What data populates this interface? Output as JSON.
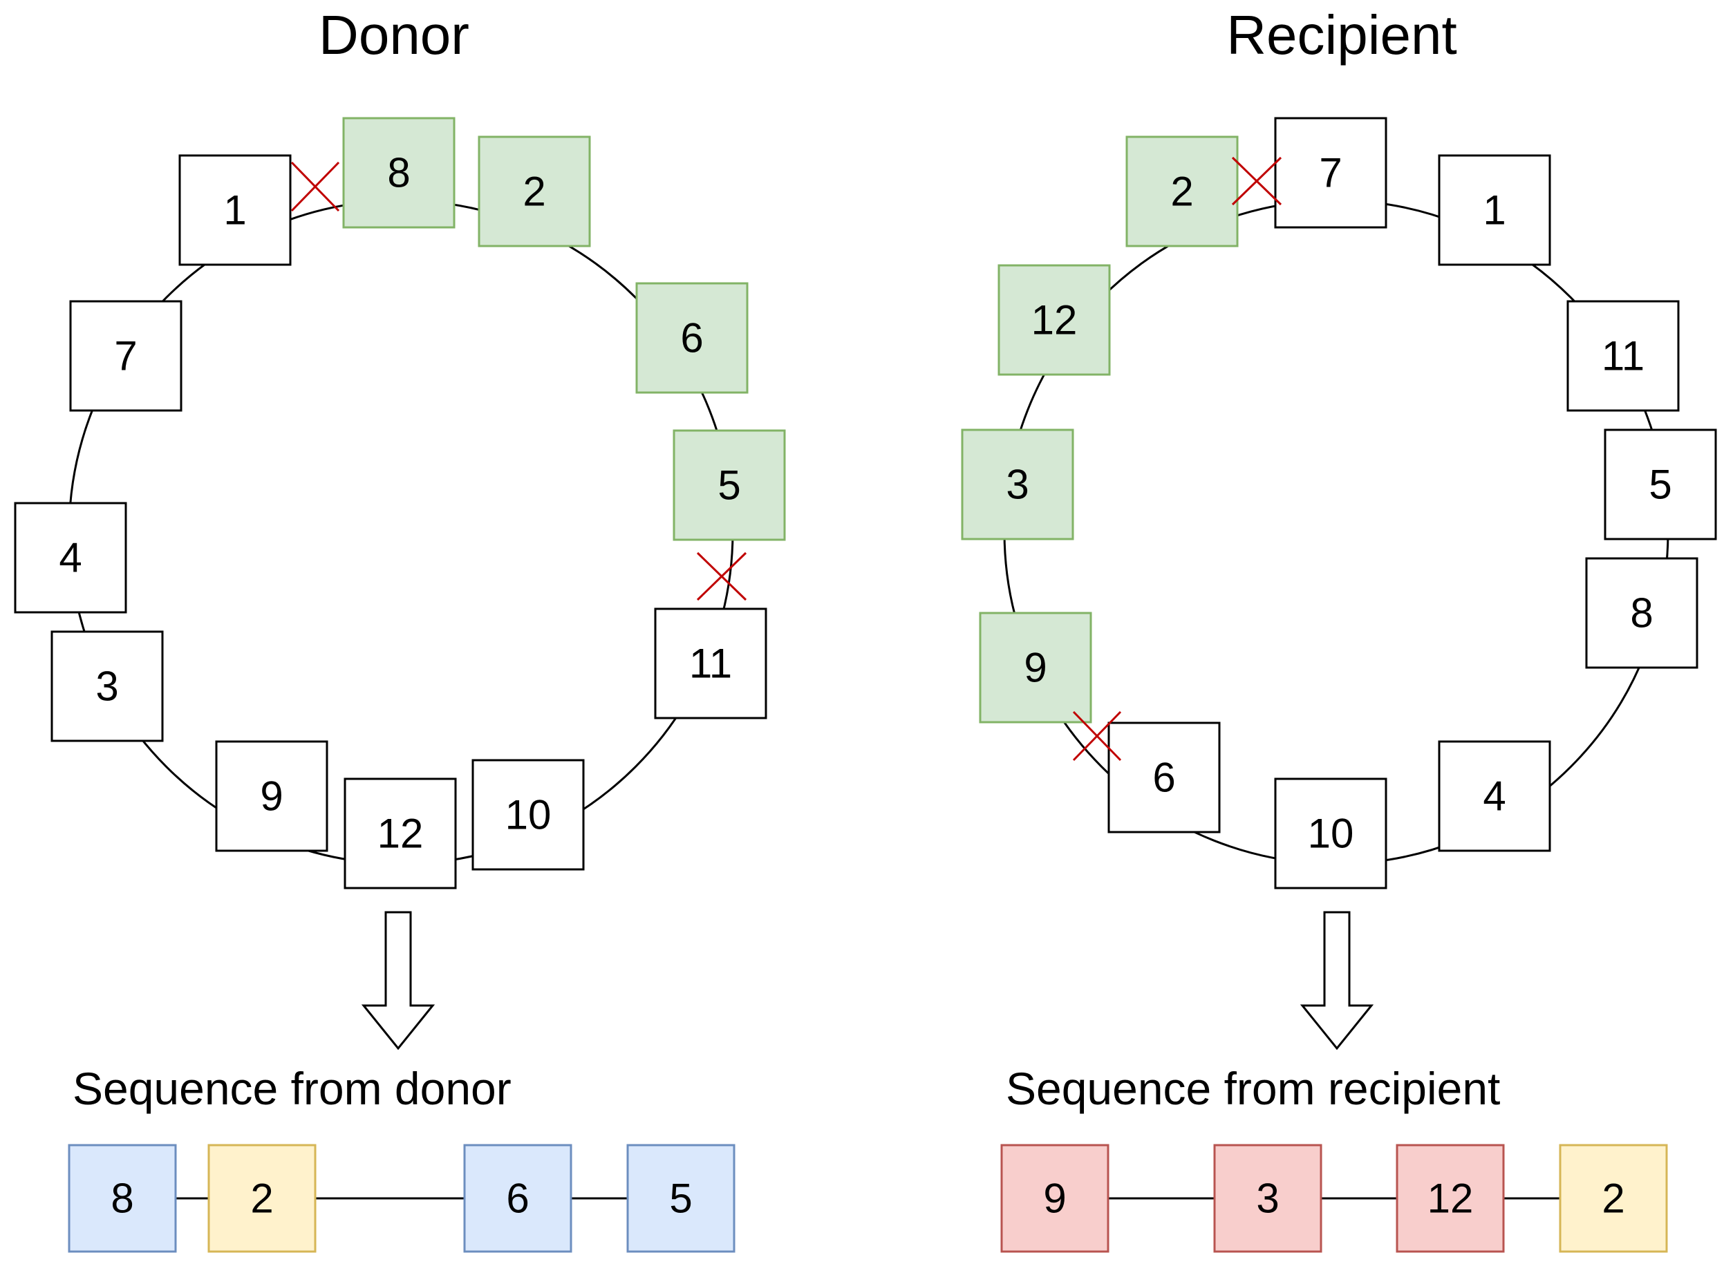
{
  "colors": {
    "plain_fill": "#ffffff",
    "plain_stroke": "#000000",
    "green_fill": "#d5e8d4",
    "green_stroke": "#82b366",
    "blue_fill": "#dae8fc",
    "blue_stroke": "#6c8ebf",
    "yellow_fill": "#fff2cc",
    "yellow_stroke": "#d6b656",
    "red_fill": "#f8cecc",
    "red_stroke": "#b85450",
    "cut_mark": "#c00000"
  },
  "donor": {
    "title": "Donor",
    "ring_nodes": [
      {
        "label": "1",
        "style": "plain"
      },
      {
        "label": "8",
        "style": "green"
      },
      {
        "label": "2",
        "style": "green"
      },
      {
        "label": "6",
        "style": "green"
      },
      {
        "label": "5",
        "style": "green"
      },
      {
        "label": "11",
        "style": "plain"
      },
      {
        "label": "10",
        "style": "plain"
      },
      {
        "label": "12",
        "style": "plain"
      },
      {
        "label": "9",
        "style": "plain"
      },
      {
        "label": "3",
        "style": "plain"
      },
      {
        "label": "4",
        "style": "plain"
      },
      {
        "label": "7",
        "style": "plain"
      }
    ],
    "cut_points": [
      "between 1 and 8",
      "between 5 and 11"
    ],
    "sequence_title": "Sequence from donor",
    "sequence": [
      {
        "label": "8",
        "style": "blue"
      },
      {
        "label": "2",
        "style": "yellow"
      },
      {
        "label": "6",
        "style": "blue"
      },
      {
        "label": "5",
        "style": "blue"
      }
    ]
  },
  "recipient": {
    "title": "Recipient",
    "ring_nodes": [
      {
        "label": "7",
        "style": "plain"
      },
      {
        "label": "1",
        "style": "plain"
      },
      {
        "label": "11",
        "style": "plain"
      },
      {
        "label": "5",
        "style": "plain"
      },
      {
        "label": "8",
        "style": "plain"
      },
      {
        "label": "4",
        "style": "plain"
      },
      {
        "label": "10",
        "style": "plain"
      },
      {
        "label": "6",
        "style": "plain"
      },
      {
        "label": "9",
        "style": "green"
      },
      {
        "label": "3",
        "style": "green"
      },
      {
        "label": "12",
        "style": "green"
      },
      {
        "label": "2",
        "style": "green"
      }
    ],
    "cut_points": [
      "between 2 and 7",
      "between 9 and 6"
    ],
    "sequence_title": "Sequence from recipient",
    "sequence": [
      {
        "label": "9",
        "style": "red"
      },
      {
        "label": "3",
        "style": "red"
      },
      {
        "label": "12",
        "style": "red"
      },
      {
        "label": "2",
        "style": "yellow"
      }
    ]
  }
}
